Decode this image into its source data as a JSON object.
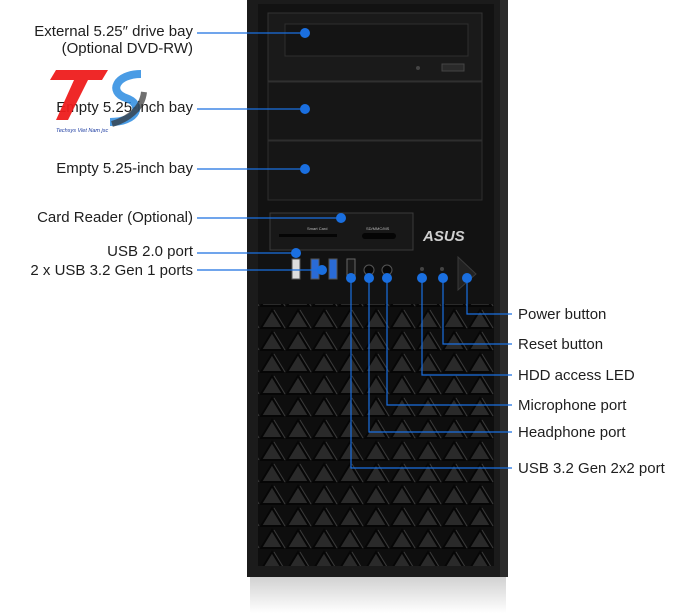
{
  "colors": {
    "accent": "#1a6fe0",
    "case": "#1b1b1b",
    "panel": "#111111"
  },
  "logo": {
    "letters": "TS",
    "tagline": "Techsys Viet Nam jsc"
  },
  "brand": "ASUS",
  "card_reader": {
    "slot1": "Smart Card",
    "slot2": "SD/MMC/MS"
  },
  "labels_left": [
    {
      "line1": "External 5.25″ drive bay",
      "line2": "(Optional DVD-RW)"
    },
    {
      "line1": "Empty 5.25-inch bay"
    },
    {
      "line1": "Empty 5.25-inch bay"
    },
    {
      "line1": "Card Reader (Optional)"
    },
    {
      "line1": "USB 2.0 port"
    },
    {
      "line1": "2 x USB 3.2 Gen 1 ports"
    }
  ],
  "labels_right": [
    "Power button",
    "Reset button",
    "HDD access LED",
    "Microphone port",
    "Headphone port",
    "USB 3.2 Gen 2x2 port"
  ]
}
